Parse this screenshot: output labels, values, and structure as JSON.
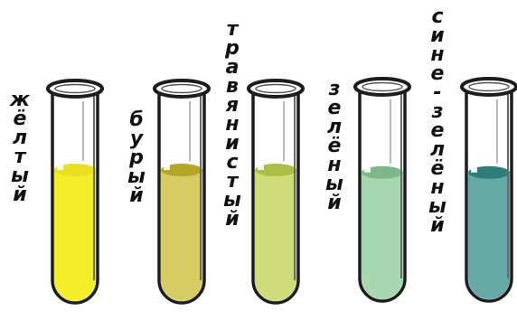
{
  "tubes": [
    {
      "label": "жёлтый",
      "liquid_color": "#f2ef2a",
      "surface_color": "#e8e020",
      "level": 0.62
    },
    {
      "label": "бурый",
      "liquid_color": "#d6cc62",
      "surface_color": "#b3a62a",
      "level": 0.62
    },
    {
      "label": "травянистый",
      "liquid_color": "#d0dc7a",
      "surface_color": "#aebf48",
      "level": 0.62
    },
    {
      "label": "зелёный",
      "liquid_color": "#a9d7b0",
      "surface_color": "#7fb78a",
      "level": 0.6
    },
    {
      "label": "сине-зелёный",
      "liquid_color": "#66a9a7",
      "surface_color": "#2e7d79",
      "level": 0.6
    }
  ]
}
